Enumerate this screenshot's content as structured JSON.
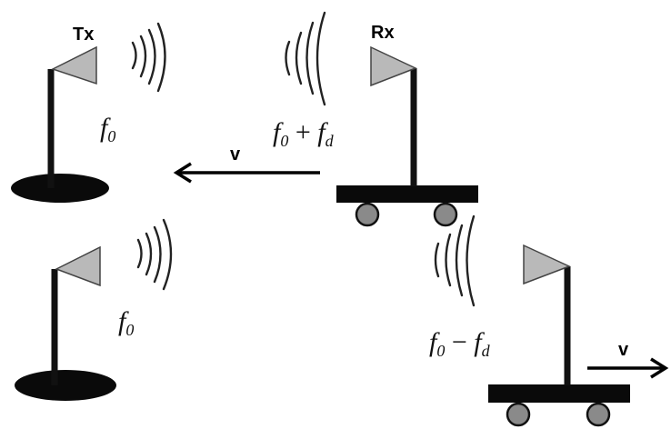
{
  "labels": {
    "tx": "Tx",
    "rx": "Rx",
    "velocity": "v"
  },
  "frequencies": {
    "base": "f",
    "base_sub": "0",
    "plus_op": " + ",
    "minus_op": " − ",
    "doppler": "f",
    "doppler_sub": "d"
  },
  "colors": {
    "flag": "#b9b9b9",
    "wheel": "#8a8a8a",
    "ink": "#0a0a0a"
  }
}
